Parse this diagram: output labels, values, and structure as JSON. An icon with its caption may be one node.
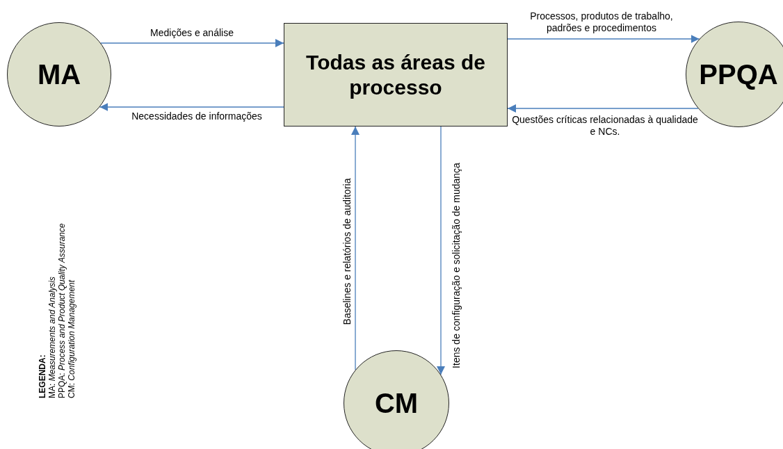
{
  "diagram": {
    "nodes": [
      {
        "text": [
          "MA"
        ]
      },
      {
        "text": [
          "Todas as áreas de processo"
        ]
      },
      {
        "text": [
          "PPQA"
        ]
      },
      {
        "text": [
          "CM"
        ]
      }
    ],
    "edges": [
      {
        "from": 0,
        "to": 1,
        "arrow": "to",
        "label": "Medições e análise"
      },
      {
        "from": 1,
        "to": 0,
        "arrow": "to",
        "label": "Necessidades de informações"
      },
      {
        "from": 1,
        "to": 2,
        "arrow": "to",
        "label": "Processos, produtos de trabalho, padrões e procedimentos"
      },
      {
        "from": 2,
        "to": 1,
        "arrow": "to",
        "label": "Questões críticas relacionadas à qualidade e NCs."
      },
      {
        "from": 3,
        "to": 1,
        "arrow": "to",
        "label": "Baselines e relatórios de auditoria"
      },
      {
        "from": 1,
        "to": 3,
        "arrow": "to",
        "label": "Itens de configuração e solicitação de mudança"
      }
    ],
    "labels": [
      "LEGENDA:",
      "MA: *Measurements and Analysis*",
      "PPQA: *Process and Product Quality Assurance*",
      "CM: *Configuration Management*"
    ]
  }
}
